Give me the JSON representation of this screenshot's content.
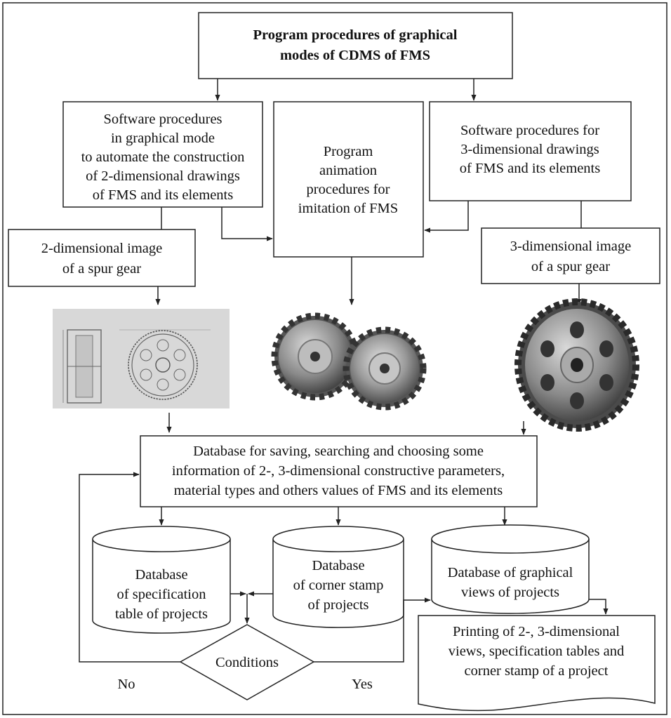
{
  "top": {
    "line1": "Program procedures of graphical",
    "line2": "modes of CDMS of FMS"
  },
  "sw2d": {
    "line1": "Software procedures",
    "line2": "in graphical mode",
    "line3": "to automate the construction",
    "line4": "of 2-dimensional drawings",
    "line5": "of FMS and its elements"
  },
  "anim": {
    "line1": "Program",
    "line2": "animation",
    "line3": "procedures for",
    "line4": "imitation of FMS"
  },
  "sw3d": {
    "line1": "Software procedures for",
    "line2": "3-dimensional drawings",
    "line3": "of FMS and its elements"
  },
  "img2d": {
    "line1": "2-dimensional image",
    "line2": "of a spur gear"
  },
  "img3d": {
    "line1": "3-dimensional image",
    "line2": "of a spur gear"
  },
  "db_main": {
    "line1": "Database for saving, searching and choosing some",
    "line2": "information of 2-, 3-dimensional constructive parameters,",
    "line3": "material types and others values of FMS and its elements"
  },
  "db_spec": {
    "line1": "Database",
    "line2": "of specification",
    "line3": "table of projects"
  },
  "db_corner": {
    "line1": "Database",
    "line2": "of corner stamp",
    "line3": "of projects"
  },
  "db_views": {
    "line1": "Database of graphical",
    "line2": "views of projects"
  },
  "decision": {
    "label": "Conditions",
    "no": "No",
    "yes": "Yes"
  },
  "printing": {
    "line1": "Printing of 2-, 3-dimensional",
    "line2": "views, specification tables and",
    "line3": "corner stamp of a project"
  }
}
